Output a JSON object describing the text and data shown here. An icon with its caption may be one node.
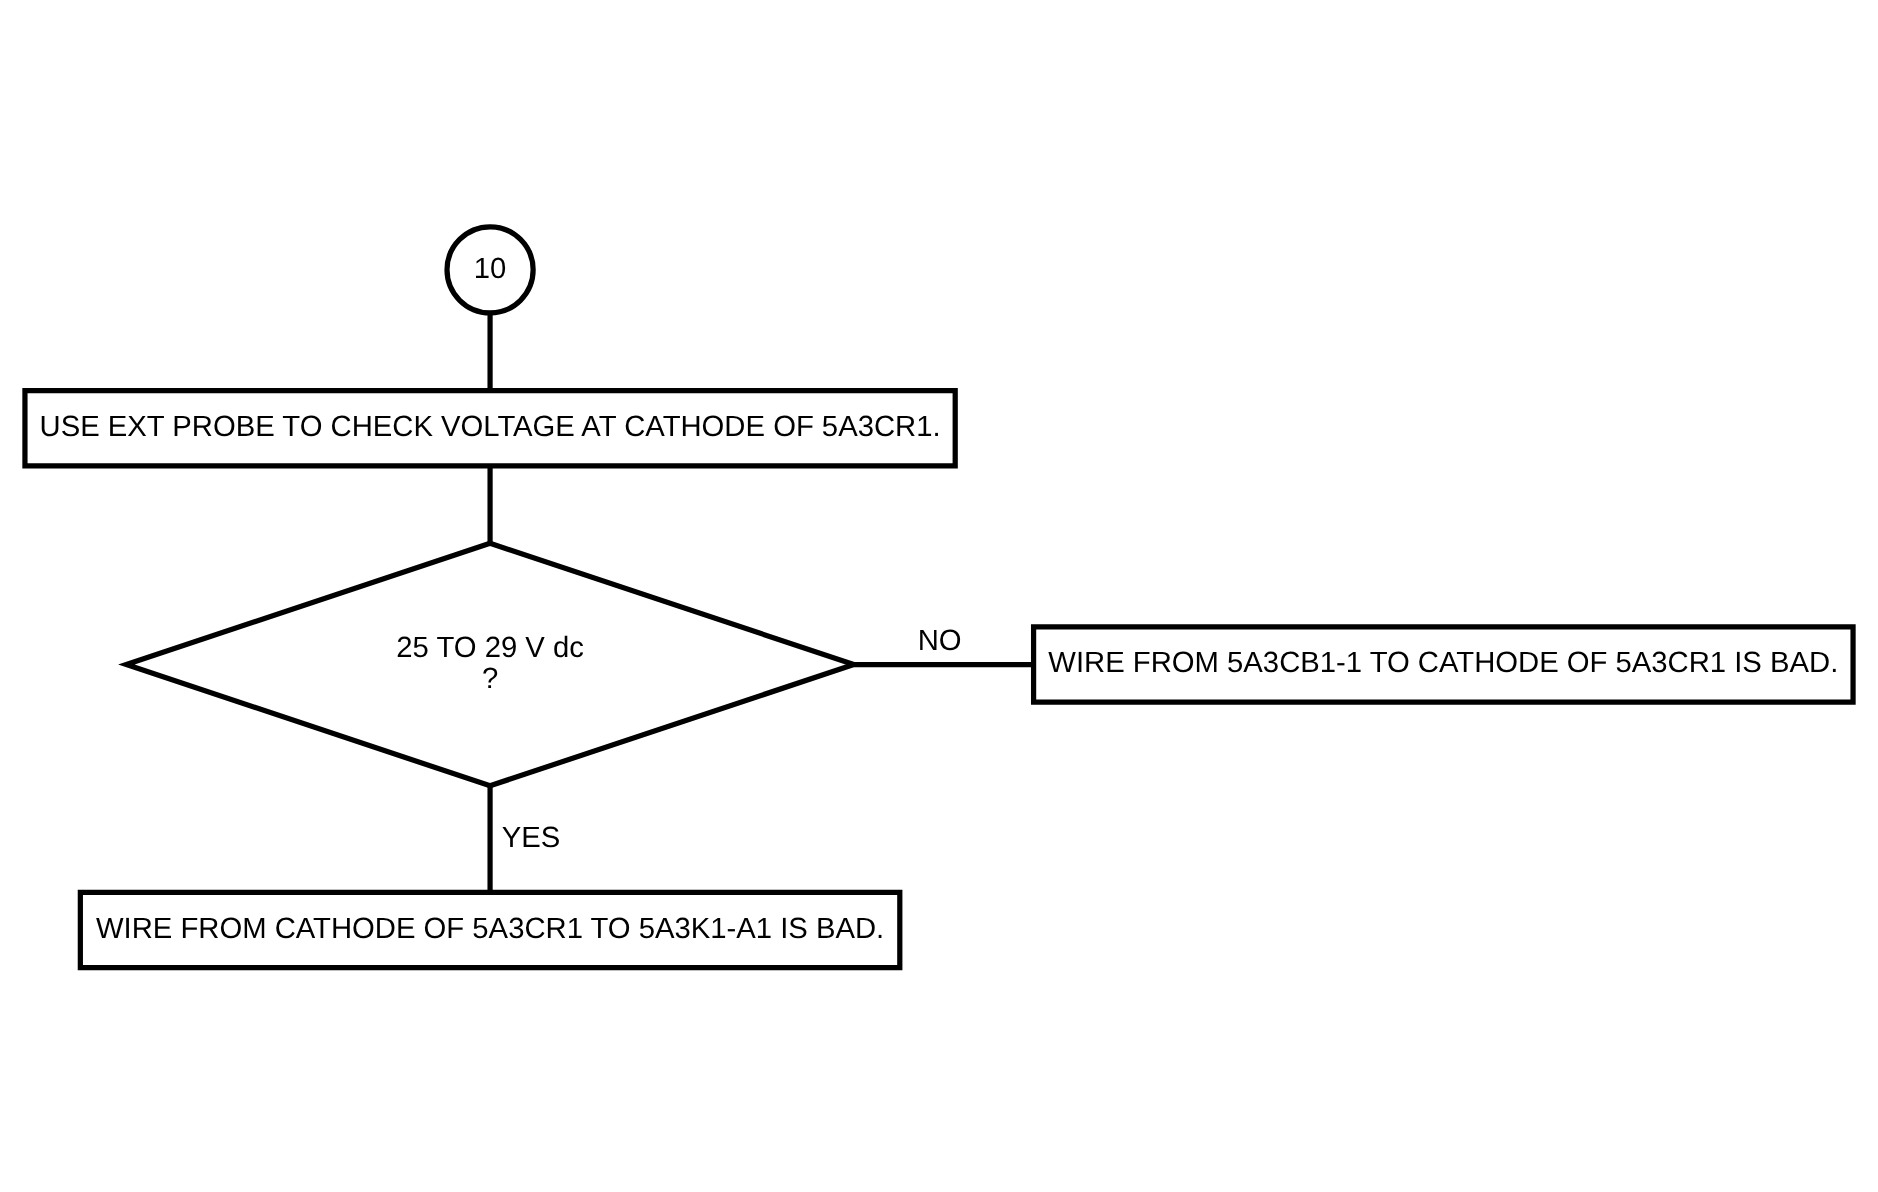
{
  "diagram": {
    "nodes": [
      {
        "text": [
          "10"
        ]
      },
      {
        "text": [
          "USE EXT PROBE TO CHECK VOLTAGE AT CATHODE OF 5A3CR1."
        ]
      },
      {
        "text": [
          "25 TO 29 V dc",
          "?"
        ]
      },
      {
        "text": [
          "WIRE FROM 5A3CB1-1 TO CATHODE OF 5A3CR1 IS BAD."
        ]
      },
      {
        "text": [
          "WIRE FROM CATHODE OF 5A3CR1 TO 5A3K1-A1 IS BAD."
        ]
      }
    ],
    "edges": [
      {
        "from": 0,
        "to": 1,
        "arrow": "none"
      },
      {
        "from": 1,
        "to": 2,
        "arrow": "none"
      },
      {
        "from": 2,
        "to": 3,
        "arrow": "none",
        "label": "NO"
      },
      {
        "from": 2,
        "to": 4,
        "arrow": "none",
        "label": "YES"
      }
    ]
  }
}
